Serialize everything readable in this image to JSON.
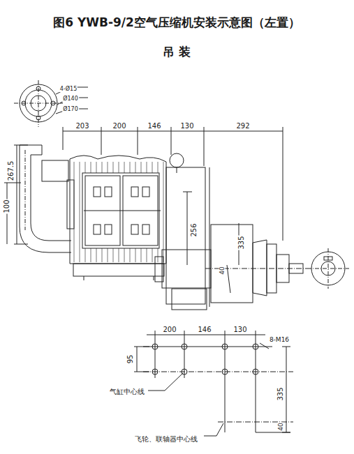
{
  "diagram": {
    "title": "图6 YWB-9/2空气压缩机安装示意图（左置）",
    "labels": [
      "吊 装",
      "4-Ø15",
      "Ø140",
      "Ø170",
      "203",
      "200",
      "146",
      "130",
      "292",
      "267.5",
      "100",
      "256",
      "335",
      "40",
      "200",
      "146",
      "130",
      "8-M16",
      "95",
      "335",
      "40",
      "气缸中心线",
      "飞轮、联轴器中心线"
    ]
  }
}
